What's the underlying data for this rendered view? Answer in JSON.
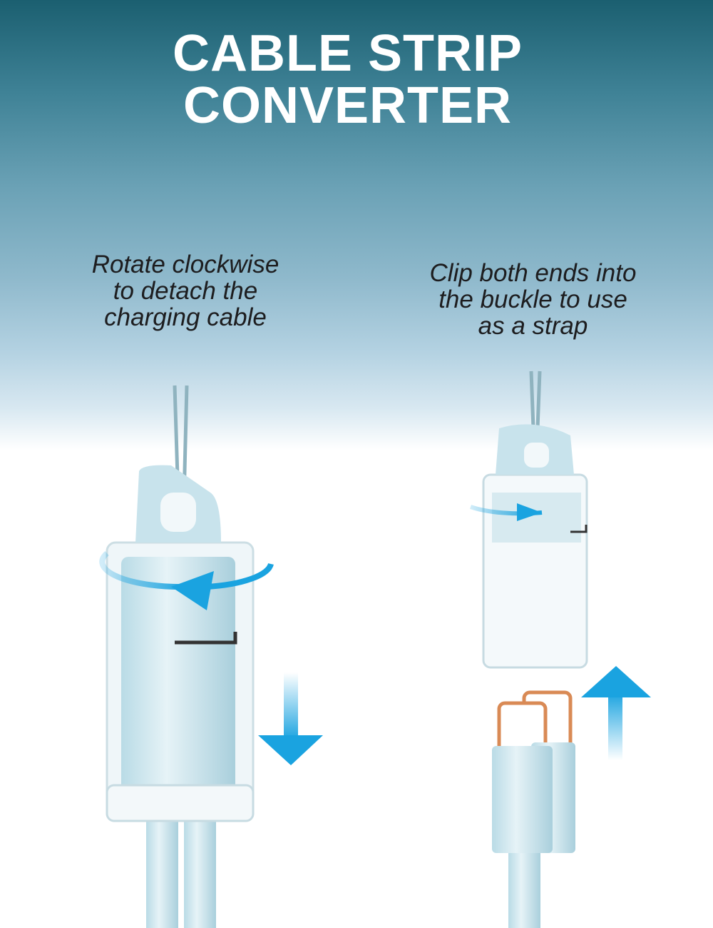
{
  "title": {
    "line1": "CABLE STRIP",
    "line2": "CONVERTER"
  },
  "captions": {
    "left": [
      "Rotate clockwise",
      "to detach the",
      "charging cable"
    ],
    "right": [
      "Clip both ends into",
      "the buckle to use",
      "as a strap"
    ]
  },
  "colors": {
    "accent": "#1aa3e0",
    "plastic": "#cfe6ee",
    "connector": "#d98a55"
  }
}
